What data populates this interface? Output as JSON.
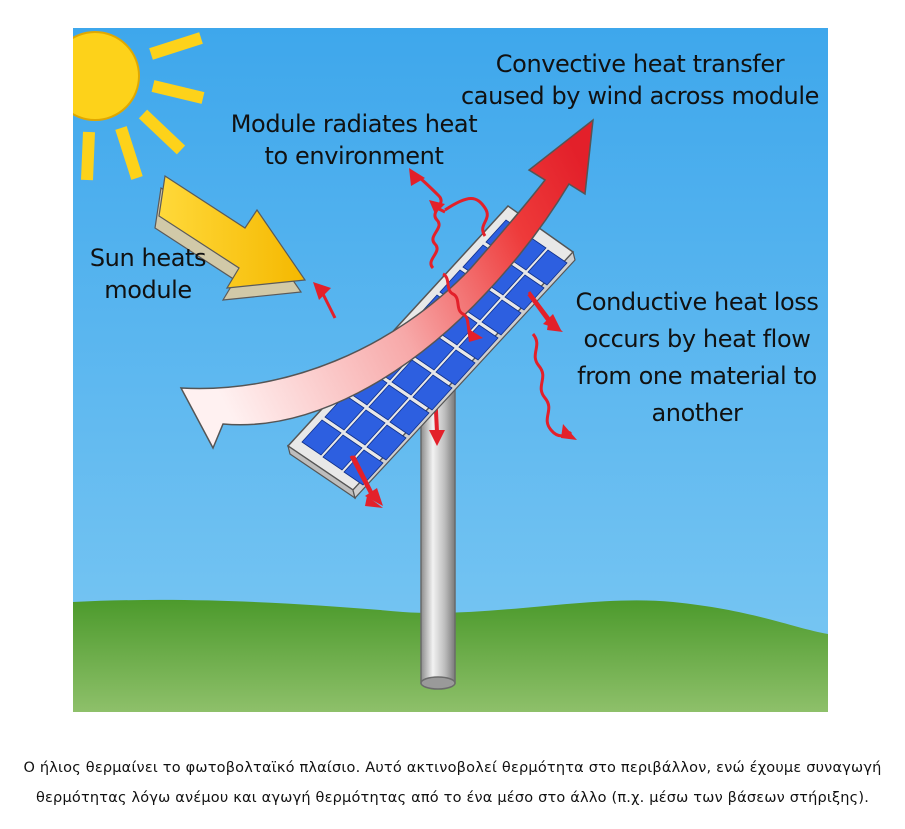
{
  "labels": {
    "convective": [
      "Convective heat transfer",
      "caused by wind across module"
    ],
    "radiates": [
      "Module radiates heat",
      "to environment"
    ],
    "sun_heats": [
      "Sun heats",
      "module"
    ],
    "conductive": [
      "Conductive heat loss",
      "occurs by heat flow",
      "from one material to",
      "another"
    ]
  },
  "caption": [
    "Ο ήλιος θερμαίνει το φωτοβολταϊκό πλαίσιο. Αυτό ακτινοβολεί θερμότητα στο περιβάλλον, ενώ έχουμε συναγωγή",
    "θερμότητας λόγω ανέμου και αγωγή θερμότητας από το ένα μέσο στο άλλο (π.χ. μέσω των βάσεων στήριξης)."
  ],
  "colors": {
    "sky": "#44aaee",
    "grass": "#58a032",
    "sun": "#fdd21a",
    "arrow_red": "#e3202a",
    "panel_cell": "#2d5fe0",
    "pole": "#c9c9c9"
  }
}
